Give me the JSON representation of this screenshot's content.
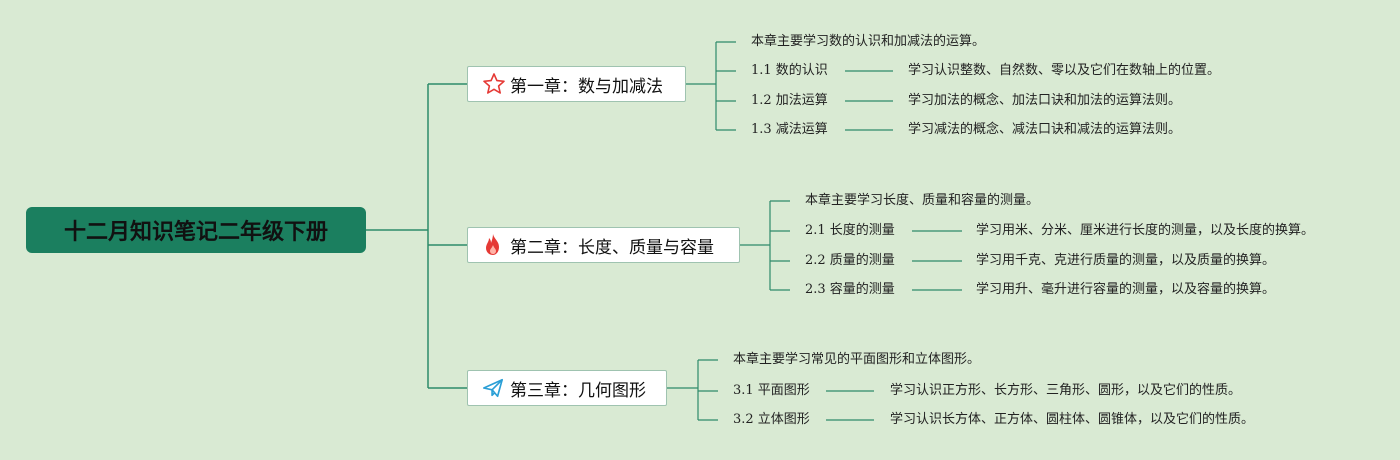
{
  "root": {
    "title": "十二月知识笔记二年级下册"
  },
  "chapters": [
    {
      "title": "第一章：数与加减法",
      "icon": "star-icon",
      "intro": "本章主要学习数的认识和加减法的运算。",
      "sections": [
        {
          "name": "1.1 数的认识",
          "desc": "学习认识整数、自然数、零以及它们在数轴上的位置。"
        },
        {
          "name": "1.2 加法运算",
          "desc": "学习加法的概念、加法口诀和加法的运算法则。"
        },
        {
          "name": "1.3 减法运算",
          "desc": "学习减法的概念、减法口诀和减法的运算法则。"
        }
      ]
    },
    {
      "title": "第二章：长度、质量与容量",
      "icon": "fire-icon",
      "intro": "本章主要学习长度、质量和容量的测量。",
      "sections": [
        {
          "name": "2.1 长度的测量",
          "desc": "学习用米、分米、厘米进行长度的测量，以及长度的换算。"
        },
        {
          "name": "2.2 质量的测量",
          "desc": "学习用千克、克进行质量的测量，以及质量的换算。"
        },
        {
          "name": "2.3 容量的测量",
          "desc": "学习用升、毫升进行容量的测量，以及容量的换算。"
        }
      ]
    },
    {
      "title": "第三章：几何图形",
      "icon": "paper-plane-icon",
      "intro": "本章主要学习常见的平面图形和立体图形。",
      "sections": [
        {
          "name": "3.1 平面图形",
          "desc": "学习认识正方形、长方形、三角形、圆形，以及它们的性质。"
        },
        {
          "name": "3.2 立体图形",
          "desc": "学习认识长方体、正方体、圆柱体、圆锥体，以及它们的性质。"
        }
      ]
    }
  ],
  "colors": {
    "background": "#d9ead3",
    "root": "#1b7f5f",
    "line": "#2e8b6a",
    "star": "#e53935",
    "fire": "#e53935",
    "plane": "#2a9fd6"
  }
}
